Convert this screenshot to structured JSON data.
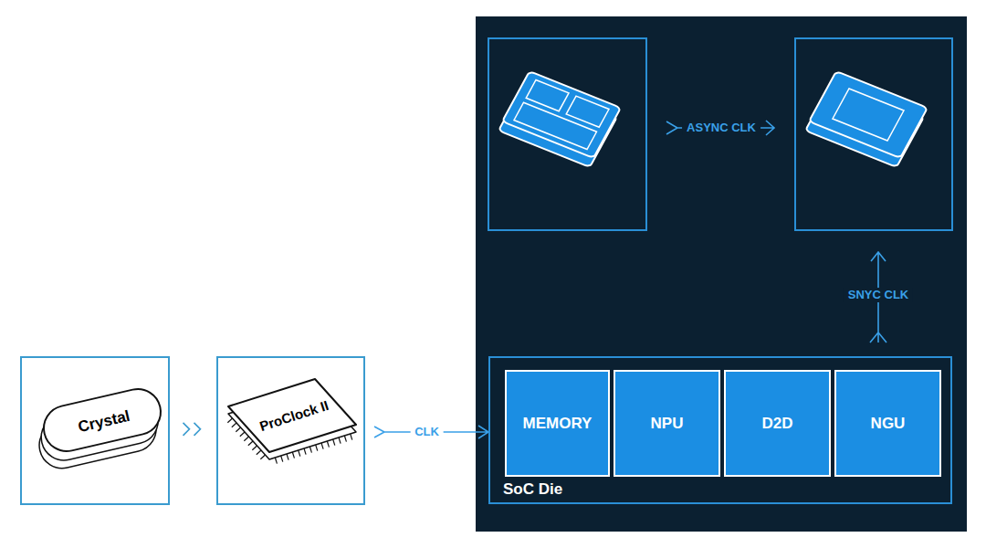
{
  "diagram": {
    "nodes": [
      {
        "text": [
          "Crystal"
        ]
      },
      {
        "text": [
          "ProClock II"
        ]
      },
      {
        "text": [
          "SoC Die"
        ]
      },
      {
        "text": [
          "MEMORY"
        ],
        "in": 2
      },
      {
        "text": [
          "NPU"
        ],
        "in": 2
      },
      {
        "text": [
          "D2D"
        ],
        "in": 2
      },
      {
        "text": [
          "NGU"
        ],
        "in": 2
      }
    ],
    "edges": [
      {
        "from": 0,
        "to": 1,
        "arrow": "to"
      },
      {
        "from": 1,
        "to": 2,
        "label": "CLK",
        "arrow": "to"
      }
    ],
    "labels": [
      "ASYNC CLK",
      "SNYC CLK"
    ]
  }
}
